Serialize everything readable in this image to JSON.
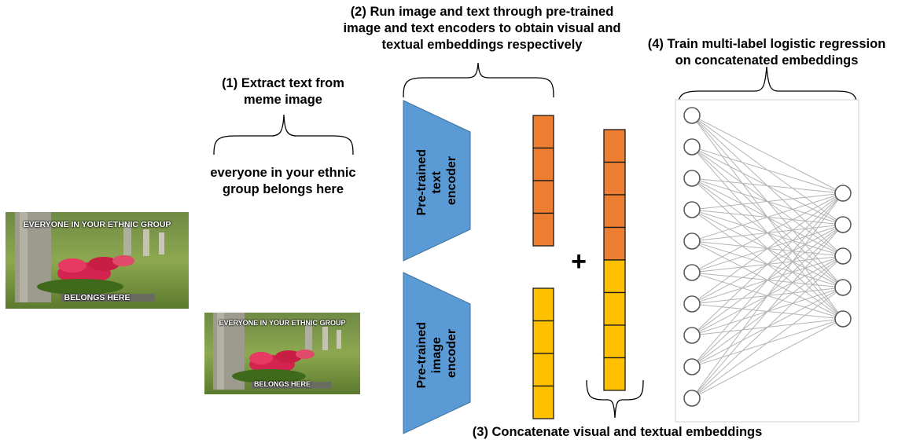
{
  "step1": {
    "line1": "(1) Extract text from",
    "line2": "meme image"
  },
  "extracted_text": {
    "line1": "everyone in your ethnic",
    "line2": "group belongs here"
  },
  "step2": {
    "line1": "(2) Run image and text through pre-trained",
    "line2": "image and text encoders to obtain visual and",
    "line3": "textual embeddings respectively"
  },
  "step3": {
    "line1": "(3) Concatenate visual and textual embeddings"
  },
  "step4": {
    "line1": "(4) Train multi-label logistic regression",
    "line2": "on concatenated embeddings"
  },
  "meme": {
    "top_caption": "EVERYONE IN YOUR ETHNIC GROUP",
    "bottom_caption": "BELONGS HERE"
  },
  "text_encoder": {
    "line1": "Pre-trained",
    "line2": "text",
    "line3": "encoder"
  },
  "image_encoder": {
    "line1": "Pre-trained",
    "line2": "image",
    "line3": "encoder"
  },
  "plus_symbol": "+",
  "colors": {
    "encoder": "#5b9bd5",
    "text_embedding": "#ed7d31",
    "image_embedding": "#ffc000",
    "network_edge": "#b3b3b3"
  },
  "network": {
    "input_nodes": 10,
    "output_nodes": 5
  },
  "embeddings": {
    "text_cells": 4,
    "image_cells": 4
  }
}
